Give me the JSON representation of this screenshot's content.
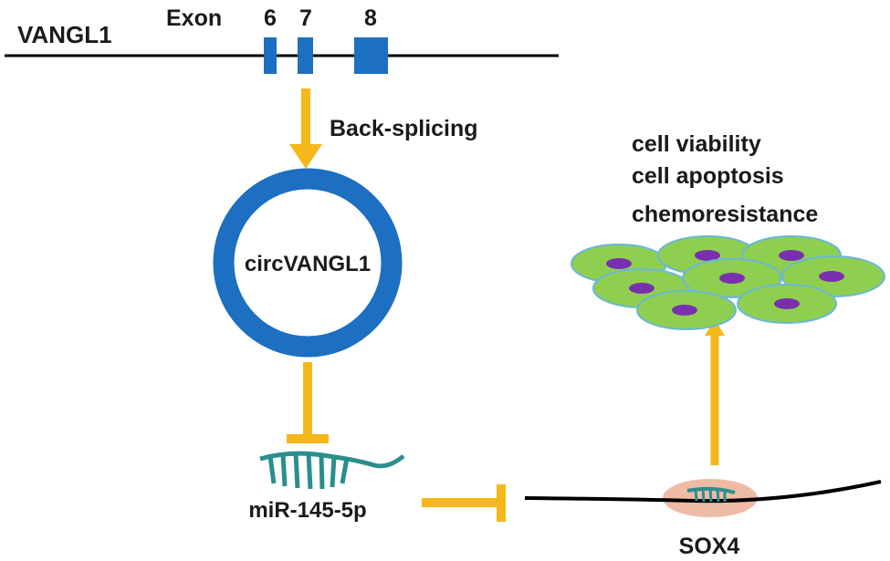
{
  "gene": {
    "name": "VANGL1",
    "exon_label": "Exon",
    "exons": [
      "6",
      "7",
      "8"
    ]
  },
  "process": {
    "back_splicing": "Back-splicing"
  },
  "circrna": {
    "name": "circVANGL1"
  },
  "mirna": {
    "name": "miR-145-5p"
  },
  "target": {
    "name": "SOX4"
  },
  "outcomes": [
    "cell viability",
    "cell apoptosis",
    "chemoresistance"
  ],
  "colors": {
    "exon": "#1c6fc1",
    "circ": "#1c6fc1",
    "arrow": "#f5b81a",
    "mirna": "#2a8f8c",
    "mrna": "#000000",
    "sox4_halo": "#eebba5",
    "cell": "#8fcf4f",
    "cell_edge": "#6ab7d6",
    "nucleus": "#7a2fb0"
  }
}
